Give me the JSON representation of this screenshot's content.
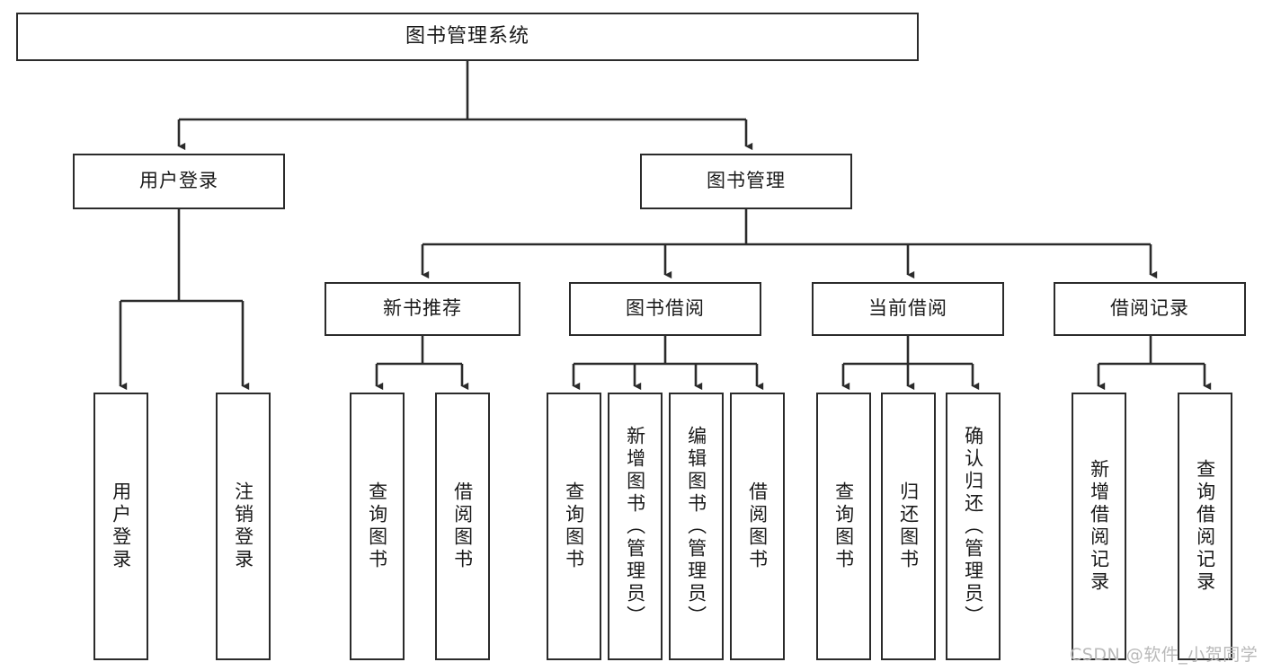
{
  "diagram": {
    "type": "tree-hierarchy",
    "title": "图书管理系统",
    "orientation": "top-down",
    "colors": {
      "box_border": "#2b2b2b",
      "box_fill": "#ffffff",
      "connector": "#2b2b2b",
      "text": "#1a1a1a",
      "watermark": "#b9b9b9",
      "background": "#ffffff"
    }
  },
  "root": {
    "label": "图书管理系统"
  },
  "level2": [
    {
      "label": "用户登录"
    },
    {
      "label": "图书管理"
    }
  ],
  "level3": [
    {
      "label": "新书推荐"
    },
    {
      "label": "图书借阅"
    },
    {
      "label": "当前借阅"
    },
    {
      "label": "借阅记录"
    }
  ],
  "leaves": {
    "user_login": [
      {
        "label": "用户登录"
      },
      {
        "label": "注销登录"
      }
    ],
    "new_book": [
      {
        "label": "查询图书"
      },
      {
        "label": "借阅图书"
      }
    ],
    "book_borrow": [
      {
        "label": "查询图书"
      },
      {
        "label": "新增图书（管理员）"
      },
      {
        "label": "编辑图书（管理员）"
      },
      {
        "label": "借阅图书"
      }
    ],
    "current_borrow": [
      {
        "label": "查询图书"
      },
      {
        "label": "归还图书"
      },
      {
        "label": "确认归还（管理员）"
      }
    ],
    "borrow_record": [
      {
        "label": "新增借阅记录"
      },
      {
        "label": "查询借阅记录"
      }
    ]
  },
  "watermark": {
    "text": "CSDN @软件_小贺同学"
  }
}
